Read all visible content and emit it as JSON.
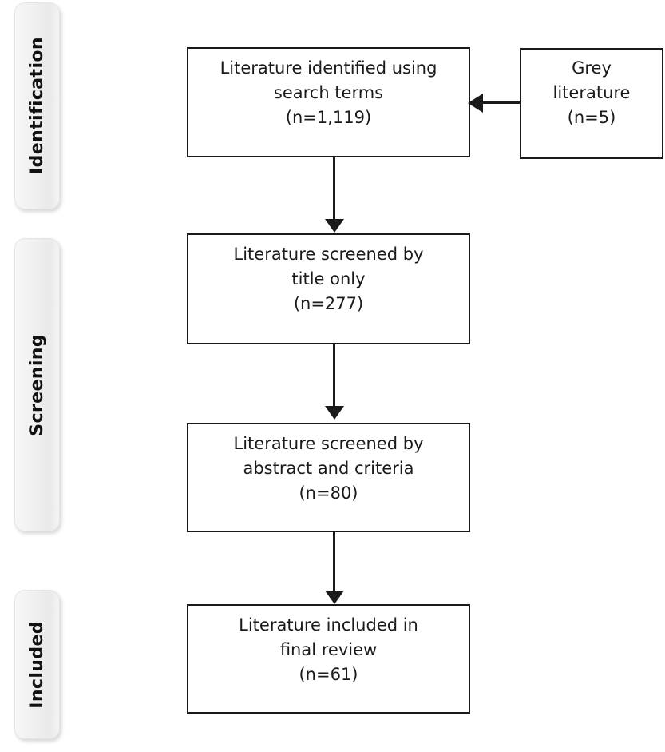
{
  "diagram": {
    "type": "prisma-flow-diagram",
    "stages": [
      {
        "id": "identification",
        "label": "Identification"
      },
      {
        "id": "screening",
        "label": "Screening"
      },
      {
        "id": "included",
        "label": "Included"
      }
    ],
    "boxes": {
      "identified": {
        "line1": "Literature identified using",
        "line2": "search terms",
        "count": "(n=1,119)",
        "n": 1119
      },
      "grey": {
        "line1": "Grey",
        "line2": "literature",
        "count": "(n=5)",
        "n": 5
      },
      "title_screen": {
        "line1": "Literature screened by",
        "line2": "title only",
        "count": "(n=277)",
        "n": 277
      },
      "abstract_screen": {
        "line1": "Literature screened by",
        "line2": "abstract and criteria",
        "count": "(n=80)",
        "n": 80
      },
      "included": {
        "line1": "Literature included in",
        "line2": "final review",
        "count": "(n=61)",
        "n": 61
      }
    },
    "colors": {
      "box_border": "#1a1a1a",
      "box_fill": "#ffffff",
      "tab_fill": "#efefef",
      "text": "#1a1a1a",
      "arrow": "#1a1a1a"
    }
  }
}
